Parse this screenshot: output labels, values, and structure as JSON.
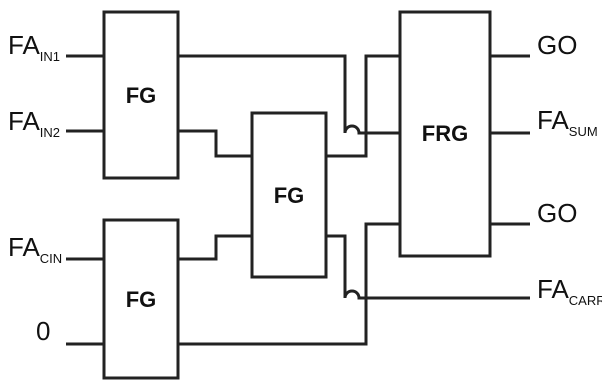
{
  "diagram": {
    "blocks": {
      "fg_top": "FG",
      "fg_mid": "FG",
      "fg_bottom": "FG",
      "frg": "FRG"
    },
    "inputs": {
      "in1": {
        "main": "FA",
        "sub": "IN1"
      },
      "in2": {
        "main": "FA",
        "sub": "IN2"
      },
      "cin": {
        "main": "FA",
        "sub": "CIN"
      },
      "zero": {
        "main": "0",
        "sub": ""
      }
    },
    "outputs": {
      "go_top": {
        "main": "GO",
        "sub": ""
      },
      "sum": {
        "main": "FA",
        "sub": "SUM"
      },
      "go_bottom": {
        "main": "GO",
        "sub": ""
      },
      "carry": {
        "main": "FA",
        "sub": "CARRY"
      }
    }
  }
}
